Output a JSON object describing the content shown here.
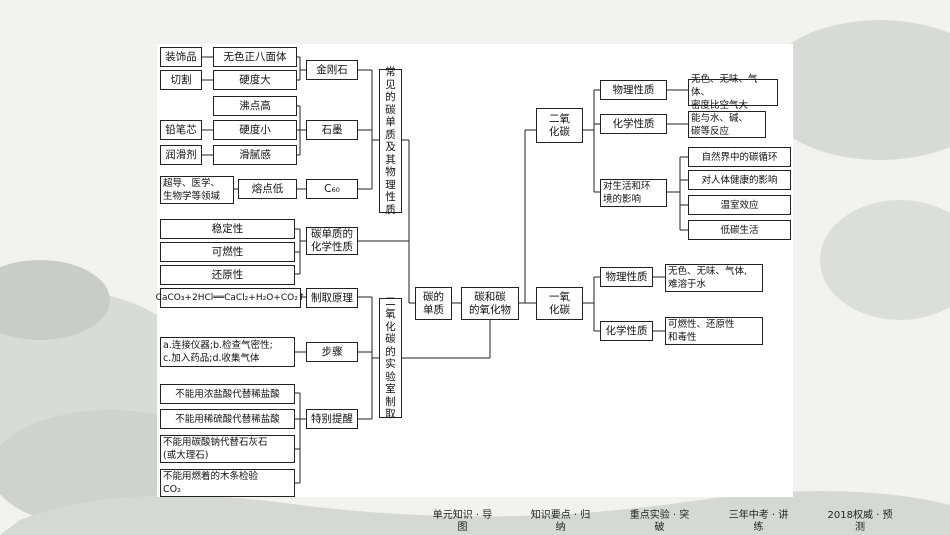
{
  "left_top": {
    "decoration": "装饰品",
    "colorless_octahedron": "无色正八面体",
    "cutting": "切割",
    "very_hard": "硬度大",
    "diamond": "金刚石",
    "high_melting": "沸点高",
    "pencil_lead": "铅笔芯",
    "low_hardness": "硬度小",
    "graphite": "石墨",
    "lubricant": "润滑剂",
    "slippery": "滑腻感",
    "superconductor": "超导、医学、\n生物学等领域",
    "low_melting": "熔点低",
    "c60": "C₆₀",
    "common_simple": "常\n见\n的\n碳\n单\n质\n及\n其\n物\n理\n性\n质"
  },
  "left_mid": {
    "stability": "稳定性",
    "flammability": "可燃性",
    "reducibility": "还原性",
    "chemical_props": "碳单质的\n化学性质"
  },
  "left_bottom": {
    "equation": "CaCO₃+2HCl══CaCl₂+H₂O+CO₂↑",
    "principle": "制取原理",
    "steps_detail": "a.连接仪器;b.检查气密性;\nc.加入药品;d.收集气体",
    "steps": "步骤",
    "note1": "不能用浓盐酸代替稀盐酸",
    "note2": "不能用稀硫酸代替稀盐酸",
    "note3": "不能用碳酸钠代替石灰石\n(或大理石)",
    "note4": "不能用燃着的木条检验\nCO₂",
    "special_tips": "特别提醒",
    "co2_lab": "二\n氧\n化\n碳\n的\n实\n验\n室\n制\n取"
  },
  "center": {
    "carbon_simple": "碳的\n单质",
    "carbon_oxides": "碳和碳\n的氧化物"
  },
  "right": {
    "co2": "二氧\n化碳",
    "physical_props": "物理性质",
    "co2_physical": "无色、无味、气体、\n密度比空气大",
    "chemical_props": "化学性质",
    "co2_chemical": "能与水、碱、\n碳等反应",
    "impact": "对生活和环\n境的影响",
    "carbon_cycle": "自然界中的碳循环",
    "health_impact": "对人体健康的影响",
    "greenhouse": "温室效应",
    "low_carbon": "低碳生活",
    "co": "一氧\n化碳",
    "co_physical_label": "物理性质",
    "co_physical": "无色、无味、气体,\n难溶于水",
    "co_chemical_label": "化学性质",
    "co_chemical": "可燃性、还原性\n和毒性"
  },
  "nav": {
    "item1": "单元知识 · 导\n图",
    "item2": "知识要点 · 归\n纳",
    "item3": "重点实验 · 突\n破",
    "item4": "三年中考 · 讲\n练",
    "item5": "2018权威 · 预\n测"
  }
}
